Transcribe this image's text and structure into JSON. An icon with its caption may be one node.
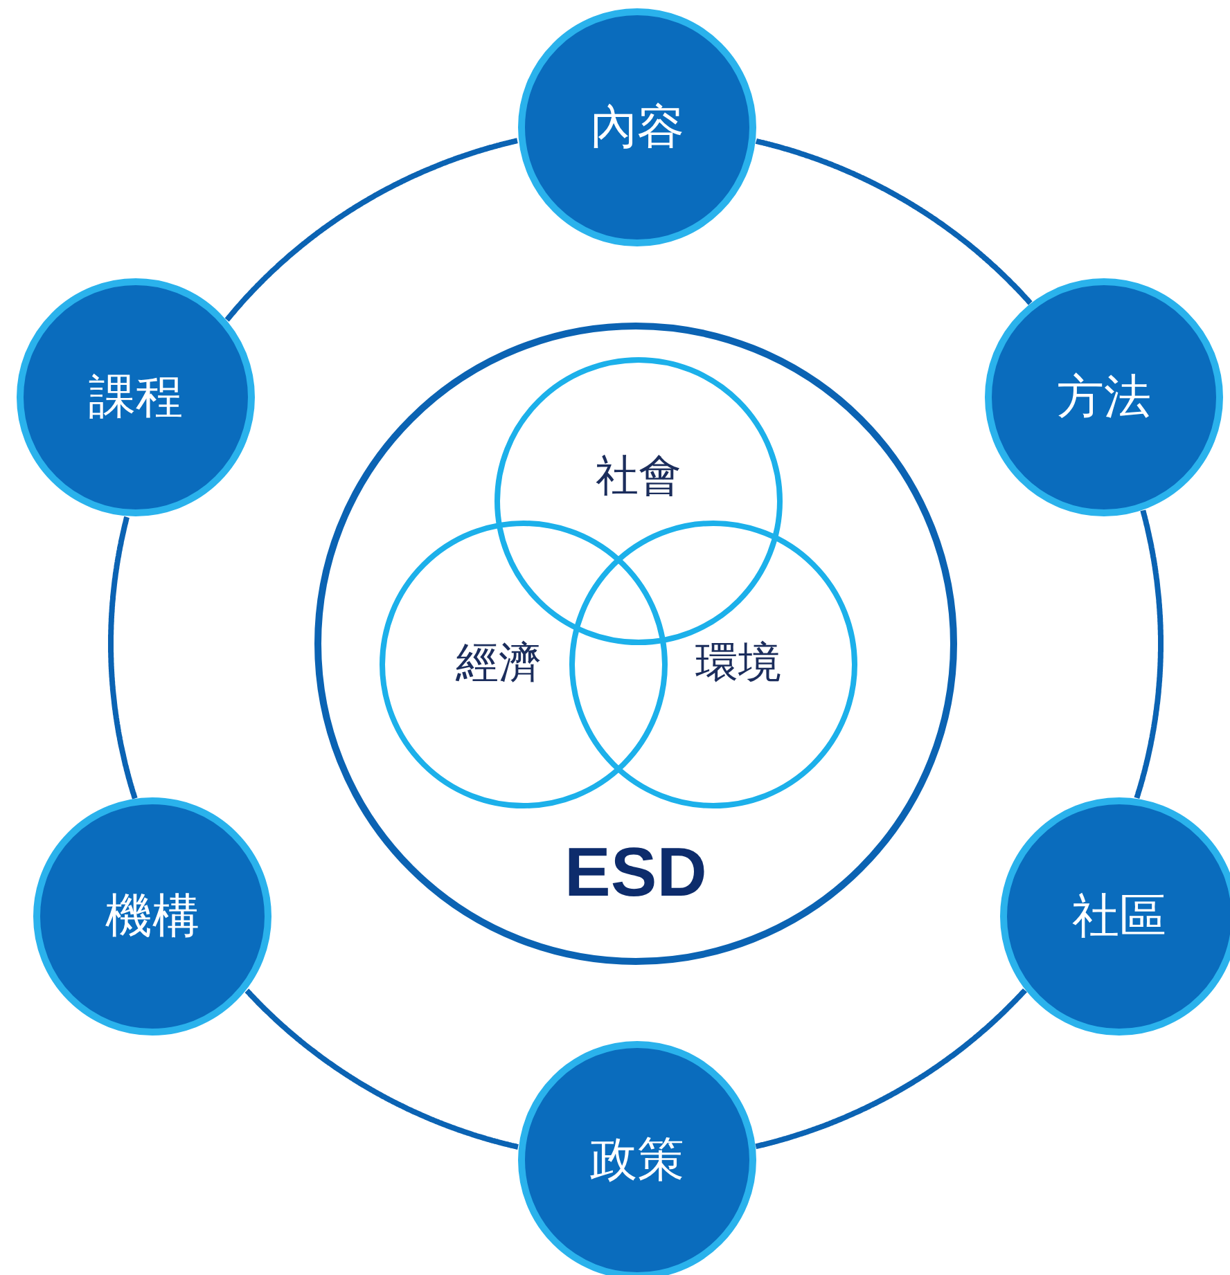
{
  "diagram": {
    "nodes": [
      {
        "text": [
          "內容"
        ]
      },
      {
        "text": [
          "課程"
        ]
      },
      {
        "text": [
          "方法"
        ]
      },
      {
        "text": [
          "ESD"
        ]
      },
      {
        "text": [
          "社會"
        ],
        "in": 3
      },
      {
        "text": [
          "經濟"
        ],
        "in": 3
      },
      {
        "text": [
          "環境"
        ],
        "in": 3
      },
      {
        "text": [
          "機構"
        ]
      },
      {
        "text": [
          "社區"
        ]
      },
      {
        "text": [
          "政策"
        ]
      }
    ],
    "edges": [
      {
        "from": 0,
        "to": 2,
        "arrow": "none"
      },
      {
        "from": 2,
        "to": 8,
        "arrow": "none"
      },
      {
        "from": 8,
        "to": 9,
        "arrow": "none"
      },
      {
        "from": 9,
        "to": 7,
        "arrow": "none"
      },
      {
        "from": 7,
        "to": 1,
        "arrow": "none"
      },
      {
        "from": 1,
        "to": 0,
        "arrow": "none"
      }
    ]
  }
}
